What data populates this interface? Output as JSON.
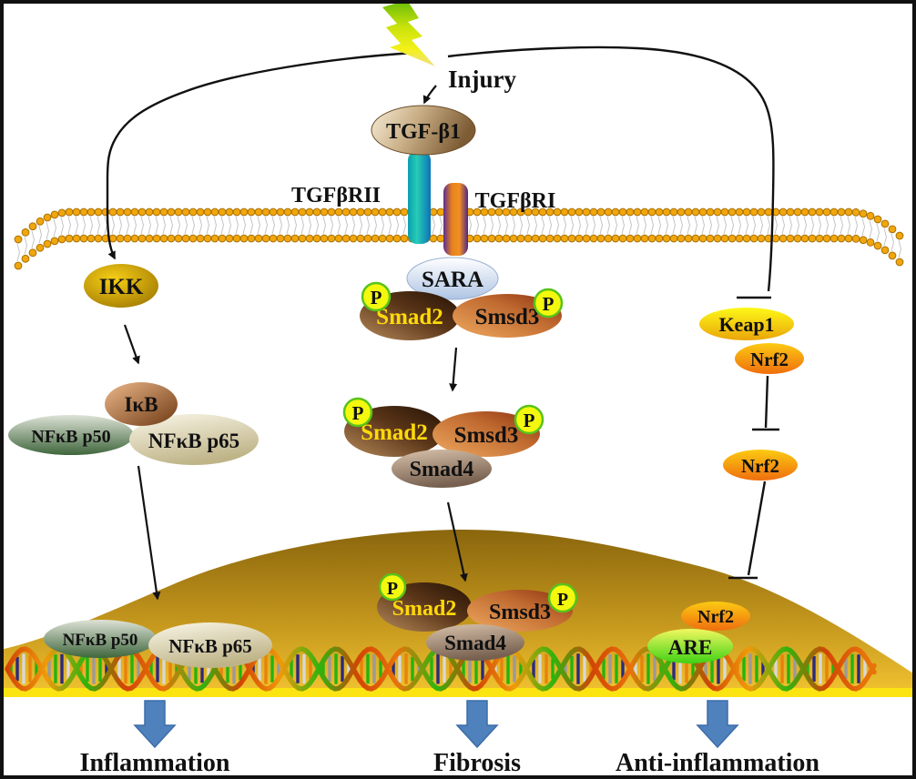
{
  "figure": {
    "kind": "cell-signaling-pathway-diagram",
    "description": "TGF-β1 / Smad, NF-κB and Keap1-Nrf2 signaling after injury leading to inflammation, fibrosis and anti-inflammation"
  },
  "labels": {
    "injury": "Injury",
    "tgfb1": "TGF-β1",
    "tgfbr2": "TGFβRII",
    "tgfbr1": "TGFβRI",
    "sara": "SARA",
    "smad2": "Smad2",
    "smsd3": "Smsd3",
    "smad4": "Smad4",
    "phospho": "P",
    "ikk": "IKK",
    "ikb": "IκB",
    "nfkb_p50": "NFκB p50",
    "nfkb_p65": "NFκB p65",
    "keap1": "Keap1",
    "nrf2": "Nrf2",
    "are": "ARE",
    "inflammation": "Inflammation",
    "fibrosis": "Fibrosis",
    "anti_inflammation": "Anti-inflammation"
  },
  "colors": {
    "lightning_green": "#66bb08",
    "lightning_yellow": "#f4f11a",
    "membrane_bead": "#f1a60c",
    "membrane_bead_ring": "#a87105",
    "tgfb1_tan": "#cbb088",
    "receptor2_teal": "#18bcb2",
    "receptor1_orange": "#ee8a1e",
    "receptor1_purple": "#5d2d90",
    "sara_blue": "#aec4e4",
    "smad2_brown": "#4a2c14",
    "smad2_text_yellow": "#ffd90a",
    "smsd3_orange": "#c06a30",
    "smad4_tan": "#b2937a",
    "p_badge_yellow": "#f3f80e",
    "p_badge_green_ring": "#58c31a",
    "ikk_gold": "#e3b30c",
    "ikb_copper": "#b57947",
    "nfkb_p50_green": "#7d9478",
    "nfkb_p65_cream": "#ece5c8",
    "keap1_yellow": "#f8e012",
    "nrf2_orange": "#f89a10",
    "are_green": "#7be83a",
    "nucleus_gold_top": "#8a660d",
    "nucleus_gold_bottom": "#efc02f",
    "nucleus_strip_yellow": "#fbe412",
    "dna_strand_red": "#d24505",
    "dna_strand_green": "#31b30d",
    "dna_rung_green": "#22b410",
    "outcome_arrow_blue": "#4f81bd",
    "line_black": "#111111"
  },
  "edges": [
    {
      "from": "Injury",
      "to": "TGF-β1",
      "type": "activation-arrow"
    },
    {
      "from": "Injury",
      "to": "IKK",
      "type": "activation-arrow"
    },
    {
      "from": "Injury",
      "to": "Keap1",
      "type": "inhibition-bar"
    },
    {
      "from": "IKK",
      "to": "IκB / NFκB p50 / NFκB p65 complex",
      "type": "activation-arrow"
    },
    {
      "from": "NFκB p50 / NFκB p65",
      "to": "nucleus DNA",
      "type": "translocation-arrow"
    },
    {
      "from": "SARA / P-Smad2 / P-Smsd3",
      "to": "P-Smad2 / P-Smsd3 / Smad4",
      "type": "activation-arrow"
    },
    {
      "from": "P-Smad2 / P-Smsd3 / Smad4",
      "to": "nucleus DNA",
      "type": "translocation-arrow"
    },
    {
      "from": "Keap1-bound Nrf2",
      "to": "free Nrf2",
      "type": "inhibition-bar"
    },
    {
      "from": "free Nrf2",
      "to": "nuclear Nrf2 / ARE",
      "type": "inhibition-bar"
    },
    {
      "from": "nuclear NFκB p50 / p65",
      "to": "Inflammation",
      "type": "outcome-arrow"
    },
    {
      "from": "nuclear Smad complex",
      "to": "Fibrosis",
      "type": "outcome-arrow"
    },
    {
      "from": "nuclear Nrf2 / ARE",
      "to": "Anti-inflammation",
      "type": "outcome-arrow"
    }
  ],
  "outcomes": [
    "Inflammation",
    "Fibrosis",
    "Anti-inflammation"
  ]
}
